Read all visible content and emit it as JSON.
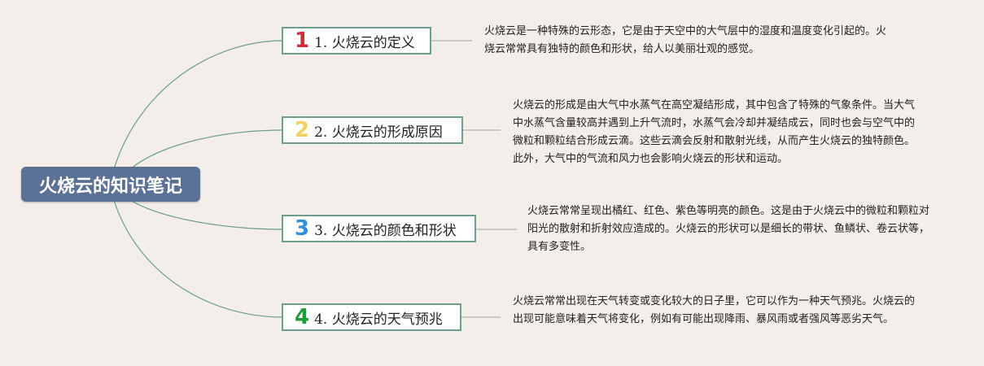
{
  "root": {
    "title": "火烧云的知识笔记"
  },
  "topics": [
    {
      "badge": "1",
      "badge_color": "#d92a3a",
      "label": "1. 火烧云的定义",
      "note": "火烧云是一种特殊的云形态，它是由于天空中的大气层中的湿度和温度变化引起的。火烧云常常具有独特的颜色和形状，给人以美丽壮观的感觉。"
    },
    {
      "badge": "2",
      "badge_color": "#f2d25e",
      "label": "2. 火烧云的形成原因",
      "note": "火烧云的形成是由大气中水蒸气在高空凝结形成，其中包含了特殊的气象条件。当大气中水蒸气含量较高并遇到上升气流时，水蒸气会冷却并凝结成云，同时也会与空气中的微粒和颗粒结合形成云滴。这些云滴会反射和散射光线，从而产生火烧云的独特颜色。此外，大气中的气流和风力也会影响火烧云的形状和运动。"
    },
    {
      "badge": "3",
      "badge_color": "#2e90d8",
      "label": "3. 火烧云的颜色和形状",
      "note": "火烧云常常呈现出橘红、红色、紫色等明亮的颜色。这是由于火烧云中的微粒和颗粒对阳光的散射和折射效应造成的。火烧云的形状可以是细长的带状、鱼鳞状、卷云状等，具有多变性。"
    },
    {
      "badge": "4",
      "badge_color": "#1e9e3a",
      "label": "4. 火烧云的天气预兆",
      "note": "火烧云常常出现在天气转变或变化较大的日子里，它可以作为一种天气预兆。火烧云的出现可能意味着天气将变化，例如有可能出现降雨、暴风雨或者强风等恶劣天气。"
    }
  ],
  "colors": {
    "background": "#f3eee9",
    "root_fill": "#5b7196",
    "branch_line": "#6e9e8c",
    "connector_line": "#9aa7a0"
  }
}
